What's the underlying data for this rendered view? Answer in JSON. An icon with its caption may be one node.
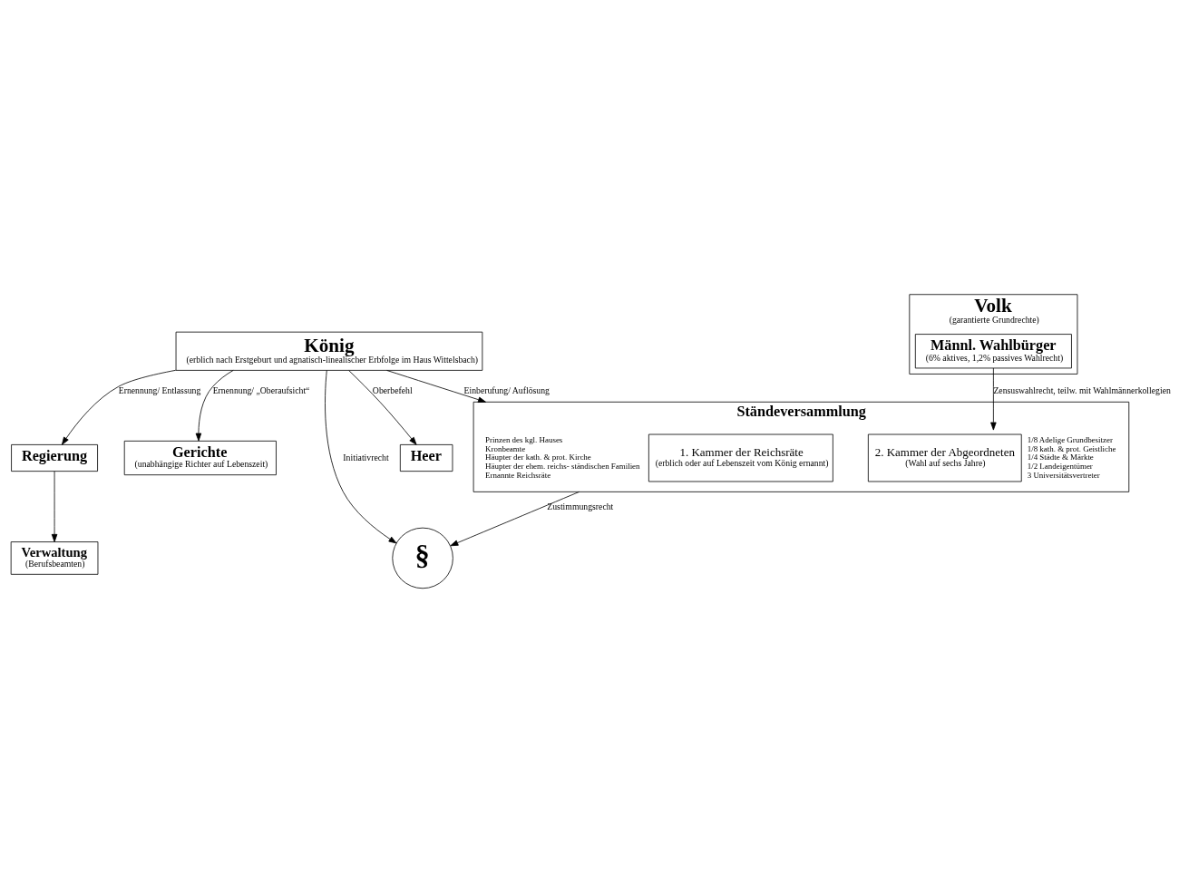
{
  "diagram": {
    "nodes": [
      {
        "text": [
          "König",
          "(erblich nach Erstgeburt und agnatisch-linealischer Erbfolge im Haus Wittelsbach)"
        ]
      },
      {
        "text": [
          "Gerichte",
          "(unabhängige Richter auf Lebenszeit)"
        ]
      },
      {
        "text": [
          "§"
        ]
      },
      {
        "text": [
          "Regierung"
        ]
      },
      {
        "text": [
          "Heer"
        ]
      },
      {
        "text": [
          "Verwaltung",
          "(Berufsbeamten)"
        ]
      },
      {
        "text": [
          "Ständeversammlung"
        ]
      },
      {
        "text": [
          "1. Kammer der Reichsräte",
          "(erblich oder auf Lebenszeit vom König ernannt)"
        ],
        "in": 6,
        "beside": [
          "Prinzen des kgl. Hauses",
          "Kronbeamte",
          "Häupter der kath. & prot. Kirche",
          "Häupter der ehem. reichs- ständischen Familien",
          "Ernannte Reichsräte"
        ]
      },
      {
        "text": [
          "2. Kammer der Abgeordneten",
          "(Wahl auf sechs Jahre)"
        ],
        "in": 6,
        "beside": [
          "1/8 Adelige Grundbesitzer",
          "1/8 kath. & prot. Geistliche",
          "1/4 Städte & Märkte",
          "1/2 Landeigentümer",
          "3 Universitätsvertreter"
        ]
      },
      {
        "text": [
          "Volk",
          "(garantierte Grundrechte)"
        ]
      },
      {
        "text": [
          "Männl. Wahlbürger",
          "(6% aktives, 1,2% passives Wahlrecht)"
        ],
        "in": 9
      }
    ],
    "edges": [
      {
        "from": 0,
        "to": 1,
        "arrow": "to",
        "label": "Ernennung/ „Oberaufsicht“"
      },
      {
        "from": 0,
        "to": 2,
        "arrow": "to",
        "label": "Initiativrecht"
      },
      {
        "from": 0,
        "to": 6,
        "arrow": "to",
        "label": "Einberufung/ Auflösung"
      },
      {
        "from": 0,
        "to": 3,
        "arrow": "to",
        "label": "Ernennung/ Entlassung"
      },
      {
        "from": 0,
        "to": 4,
        "arrow": "to",
        "label": "Oberbefehl"
      },
      {
        "from": 3,
        "to": 5,
        "arrow": "to"
      },
      {
        "from": 6,
        "to": 2,
        "arrow": "to",
        "label": "Zustimmungsrecht"
      },
      {
        "from": 10,
        "to": 8,
        "arrow": "to",
        "label": "Zensuswahlrecht, teilw. mit Wahlmännerkollegien"
      }
    ]
  }
}
